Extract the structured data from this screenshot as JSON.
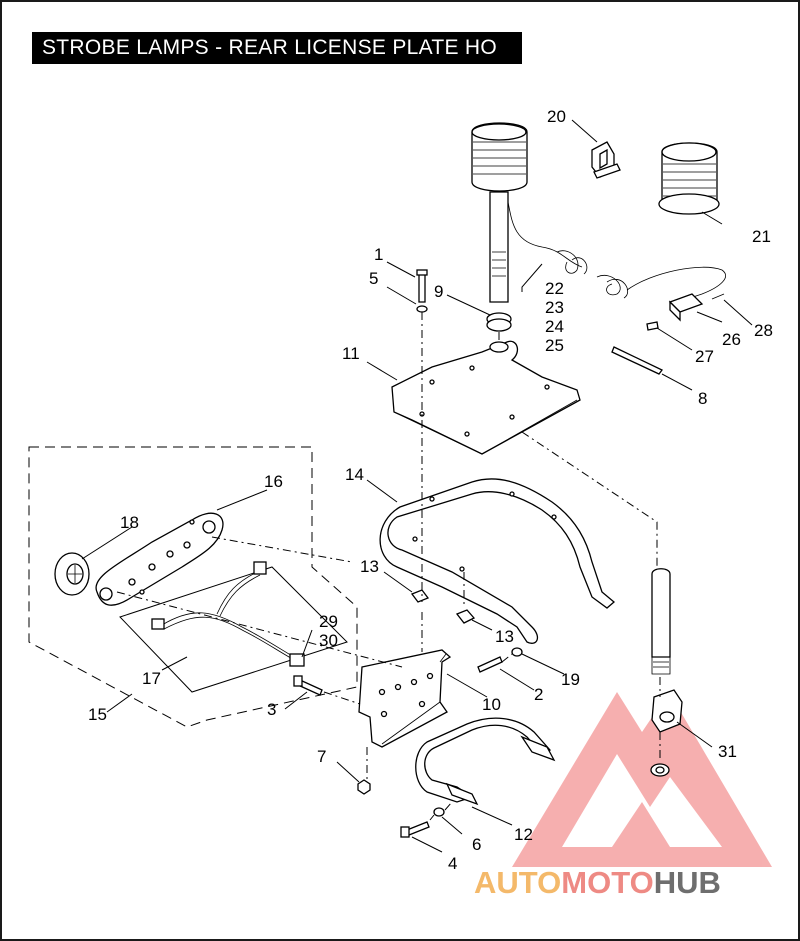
{
  "title": "STROBE LAMPS - REAR LICENSE PLATE HO",
  "callouts": [
    "1",
    "2",
    "3",
    "4",
    "5",
    "6",
    "7",
    "8",
    "9",
    "10",
    "11",
    "12",
    "13",
    "13",
    "14",
    "15",
    "16",
    "17",
    "18",
    "19",
    "20",
    "21",
    "22",
    "23",
    "24",
    "25",
    "26",
    "27",
    "28",
    "29",
    "30",
    "31"
  ],
  "watermark": {
    "part1": "AUTO",
    "part2": "MOTO",
    "part3": "HUB",
    "color1": "#f4b96a",
    "color2": "#ee8a84",
    "color3": "#6e6e6e"
  },
  "colors": {
    "ink": "#000000",
    "watermark_logo": "#ef6f6f"
  }
}
